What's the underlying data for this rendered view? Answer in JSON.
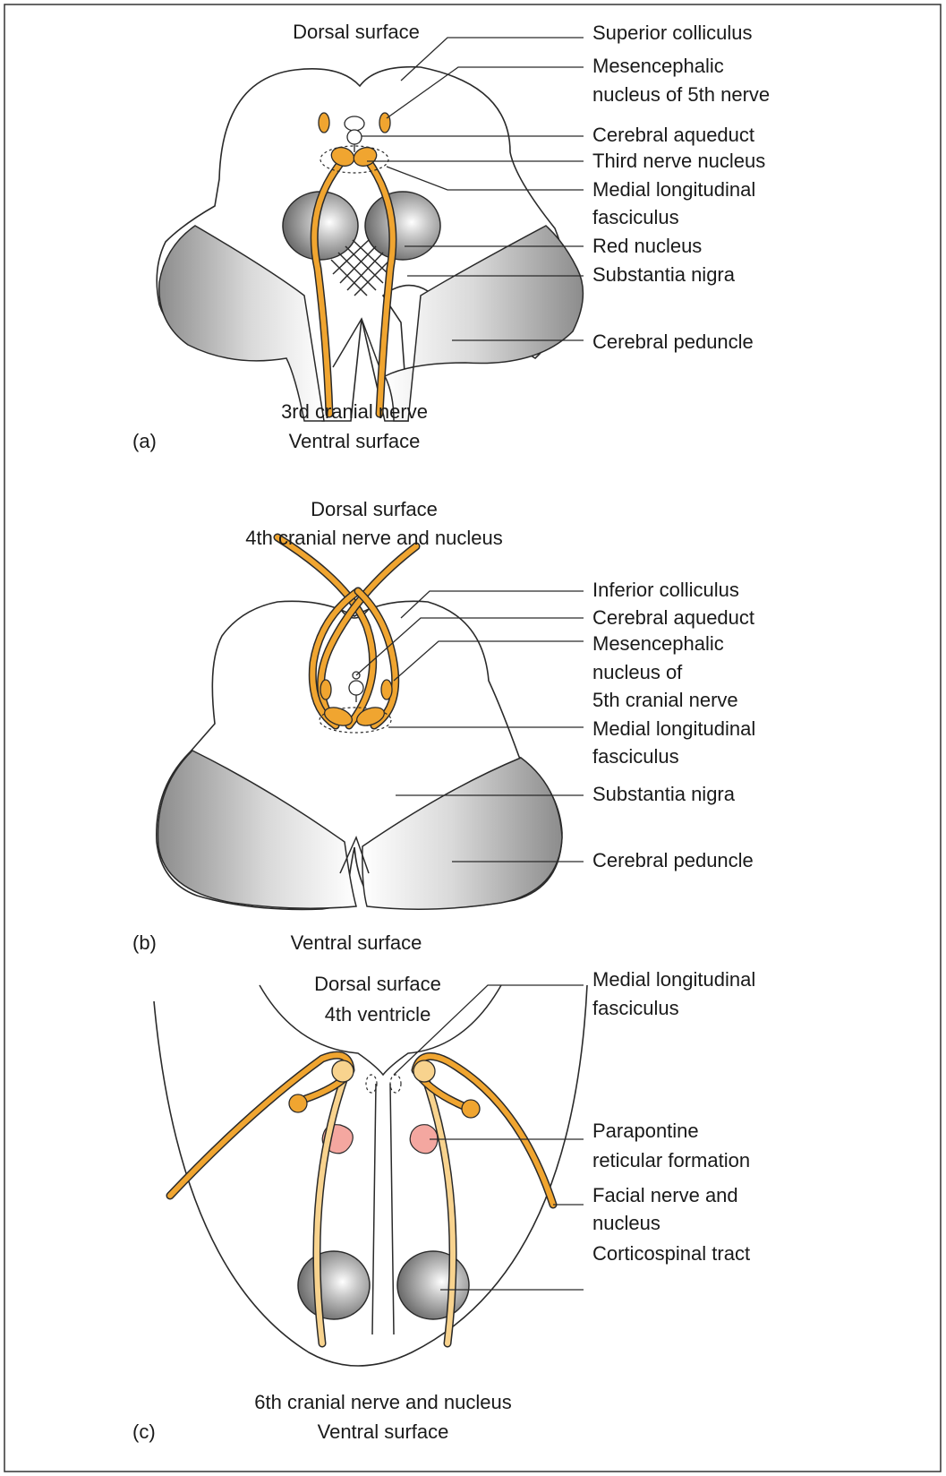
{
  "panel_a": {
    "letter": "(a)",
    "dorsal": "Dorsal surface",
    "nerve_caption": "3rd cranial nerve",
    "ventral": "Ventral surface",
    "labels": {
      "superior_colliculus": "Superior colliculus",
      "mesencephalic_1": "Mesencephalic",
      "mesencephalic_2": "nucleus of 5th nerve",
      "cerebral_aqueduct": "Cerebral aqueduct",
      "third_nerve_nucleus": "Third nerve nucleus",
      "mlf_1": "Medial longitudinal",
      "mlf_2": "fasciculus",
      "red_nucleus": "Red nucleus",
      "substantia_nigra": "Substantia nigra",
      "cerebral_peduncle": "Cerebral peduncle"
    }
  },
  "panel_b": {
    "letter": "(b)",
    "dorsal": "Dorsal surface",
    "nerve_caption": "4th cranial nerve and nucleus",
    "ventral": "Ventral surface",
    "labels": {
      "inferior_colliculus": "Inferior colliculus",
      "cerebral_aqueduct": "Cerebral aqueduct",
      "mesencephalic_1": "Mesencephalic",
      "mesencephalic_2": "nucleus of",
      "mesencephalic_3": "5th cranial nerve",
      "mlf_1": "Medial longitudinal",
      "mlf_2": "fasciculus",
      "substantia_nigra": "Substantia nigra",
      "cerebral_peduncle": "Cerebral peduncle"
    }
  },
  "panel_c": {
    "letter": "(c)",
    "dorsal": "Dorsal surface",
    "ventricle": "4th ventricle",
    "nerve_caption": "6th cranial nerve and nucleus",
    "ventral": "Ventral surface",
    "labels": {
      "mlf_1": "Medial longitudinal",
      "mlf_2": "fasciculus",
      "ppf_1": "Parapontine",
      "ppf_2": "reticular formation",
      "facial_1": "Facial nerve and",
      "facial_2": "nucleus",
      "corticospinal": "Corticospinal tract"
    }
  },
  "colors": {
    "nerve": "#f0a530",
    "nerve_light": "#f8d38e",
    "ppf": "#f4a7a0",
    "border": "#333333"
  }
}
